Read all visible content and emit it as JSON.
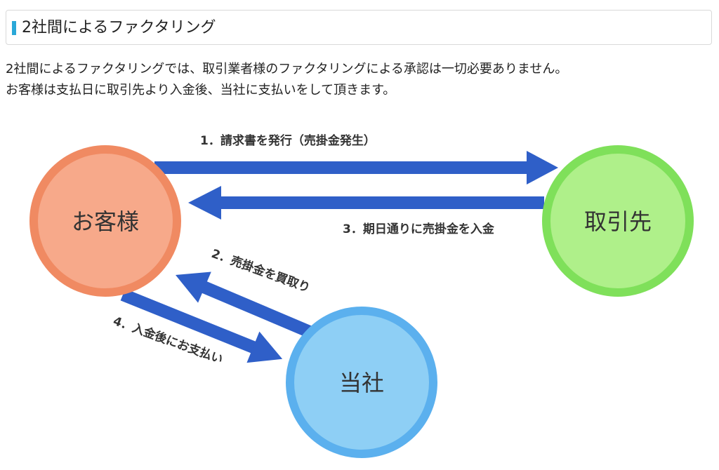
{
  "section": {
    "title": "2社間によるファクタリング"
  },
  "intro": {
    "line1": "2社間によるファクタリングでは、取引業者様のファクタリングによる承認は一切必要ありません。",
    "line2": "お客様は支払日に取引先より入金後、当社に支払いをして頂きます。"
  },
  "diagram": {
    "nodes": {
      "customer": "お客様",
      "client": "取引先",
      "company": "当社"
    },
    "flows": {
      "step1": "1．請求書を発行（売掛金発生）",
      "step2": "2．売掛金を買取り",
      "step3": "3．期日通りに売掛金を入金",
      "step4": "4．入金後にお支払い"
    },
    "colors": {
      "customer_fill": "#f7a98a",
      "customer_ring": "#f08a62",
      "client_fill": "#aff08a",
      "client_ring": "#7fe05a",
      "company_fill": "#8ecff5",
      "company_ring": "#5bb0ee",
      "arrow": "#2f5fc8"
    }
  }
}
